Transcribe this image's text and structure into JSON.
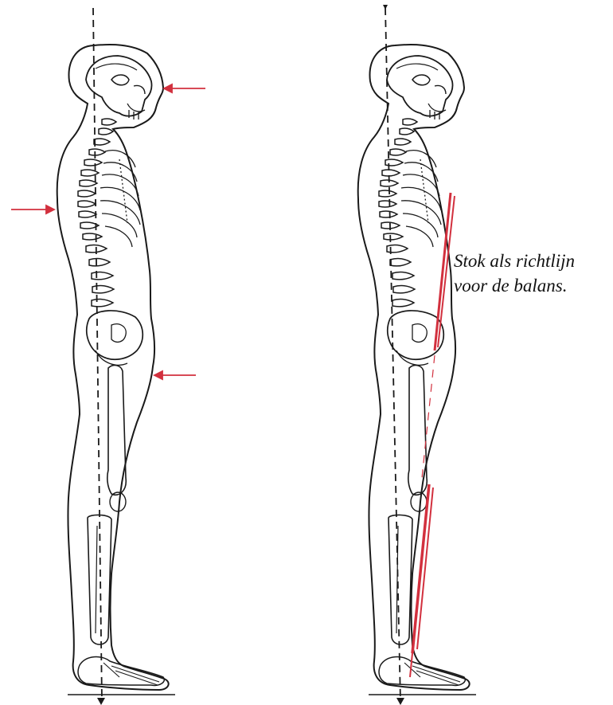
{
  "caption": {
    "line1": "Stok als richtlijn",
    "line2": "voor de balans."
  },
  "figures": [
    {
      "id": "left",
      "content": "skeleton side view with dashed plumb line and three red arrows marking head, upper back and hip"
    },
    {
      "id": "right",
      "content": "skeleton side view with dashed plumb line and red walking stick along the front of the body"
    }
  ],
  "colors": {
    "line": "#1a1a1a",
    "accent": "#d2303e"
  },
  "icons": [
    "arrow-icon",
    "plumb-line",
    "walking-stick"
  ]
}
